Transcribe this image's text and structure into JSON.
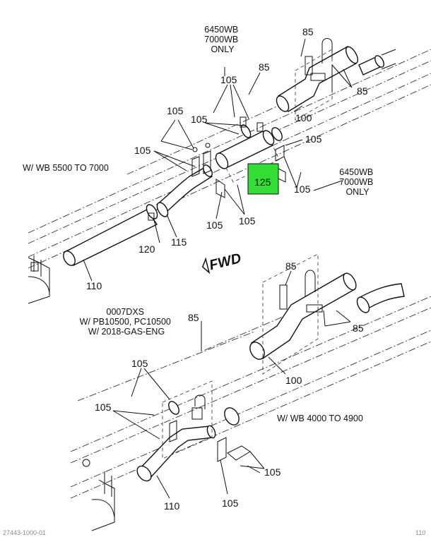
{
  "highlight_color": "#33dd33",
  "upper": {
    "note_wb": "W/ WB 5500 TO 7000",
    "note_6450_top": [
      "6450WB",
      "7000WB",
      "ONLY"
    ],
    "note_6450_right": [
      "6450WB",
      "7000WB",
      "ONLY"
    ],
    "callouts": {
      "c85_top": "85",
      "c85_mid": "85",
      "c85_right": "85",
      "c105_a": "105",
      "c105_b": "105",
      "c105_c": "105",
      "c105_d": "105",
      "c105_e": "105",
      "c105_f": "105",
      "c105_g": "105",
      "c105_h": "105",
      "c100": "100",
      "c125": "125",
      "c110": "110",
      "c115": "115",
      "c120": "120"
    }
  },
  "fwd_label": "FWD",
  "lower": {
    "note_model": [
      "0007DXS",
      "W/ PB10500, PC10500",
      "W/ 2018-GAS-ENG"
    ],
    "note_wb": "W/ WB 4000 TO 4900",
    "callouts": {
      "c85_top": "85",
      "c85_right": "85",
      "c85_left": "85",
      "c100": "100",
      "c105_a": "105",
      "c105_b": "105",
      "c105_c": "105",
      "c105_d": "105",
      "c110": "110"
    }
  },
  "footer_left": "27443-1000-01",
  "footer_right": "110"
}
